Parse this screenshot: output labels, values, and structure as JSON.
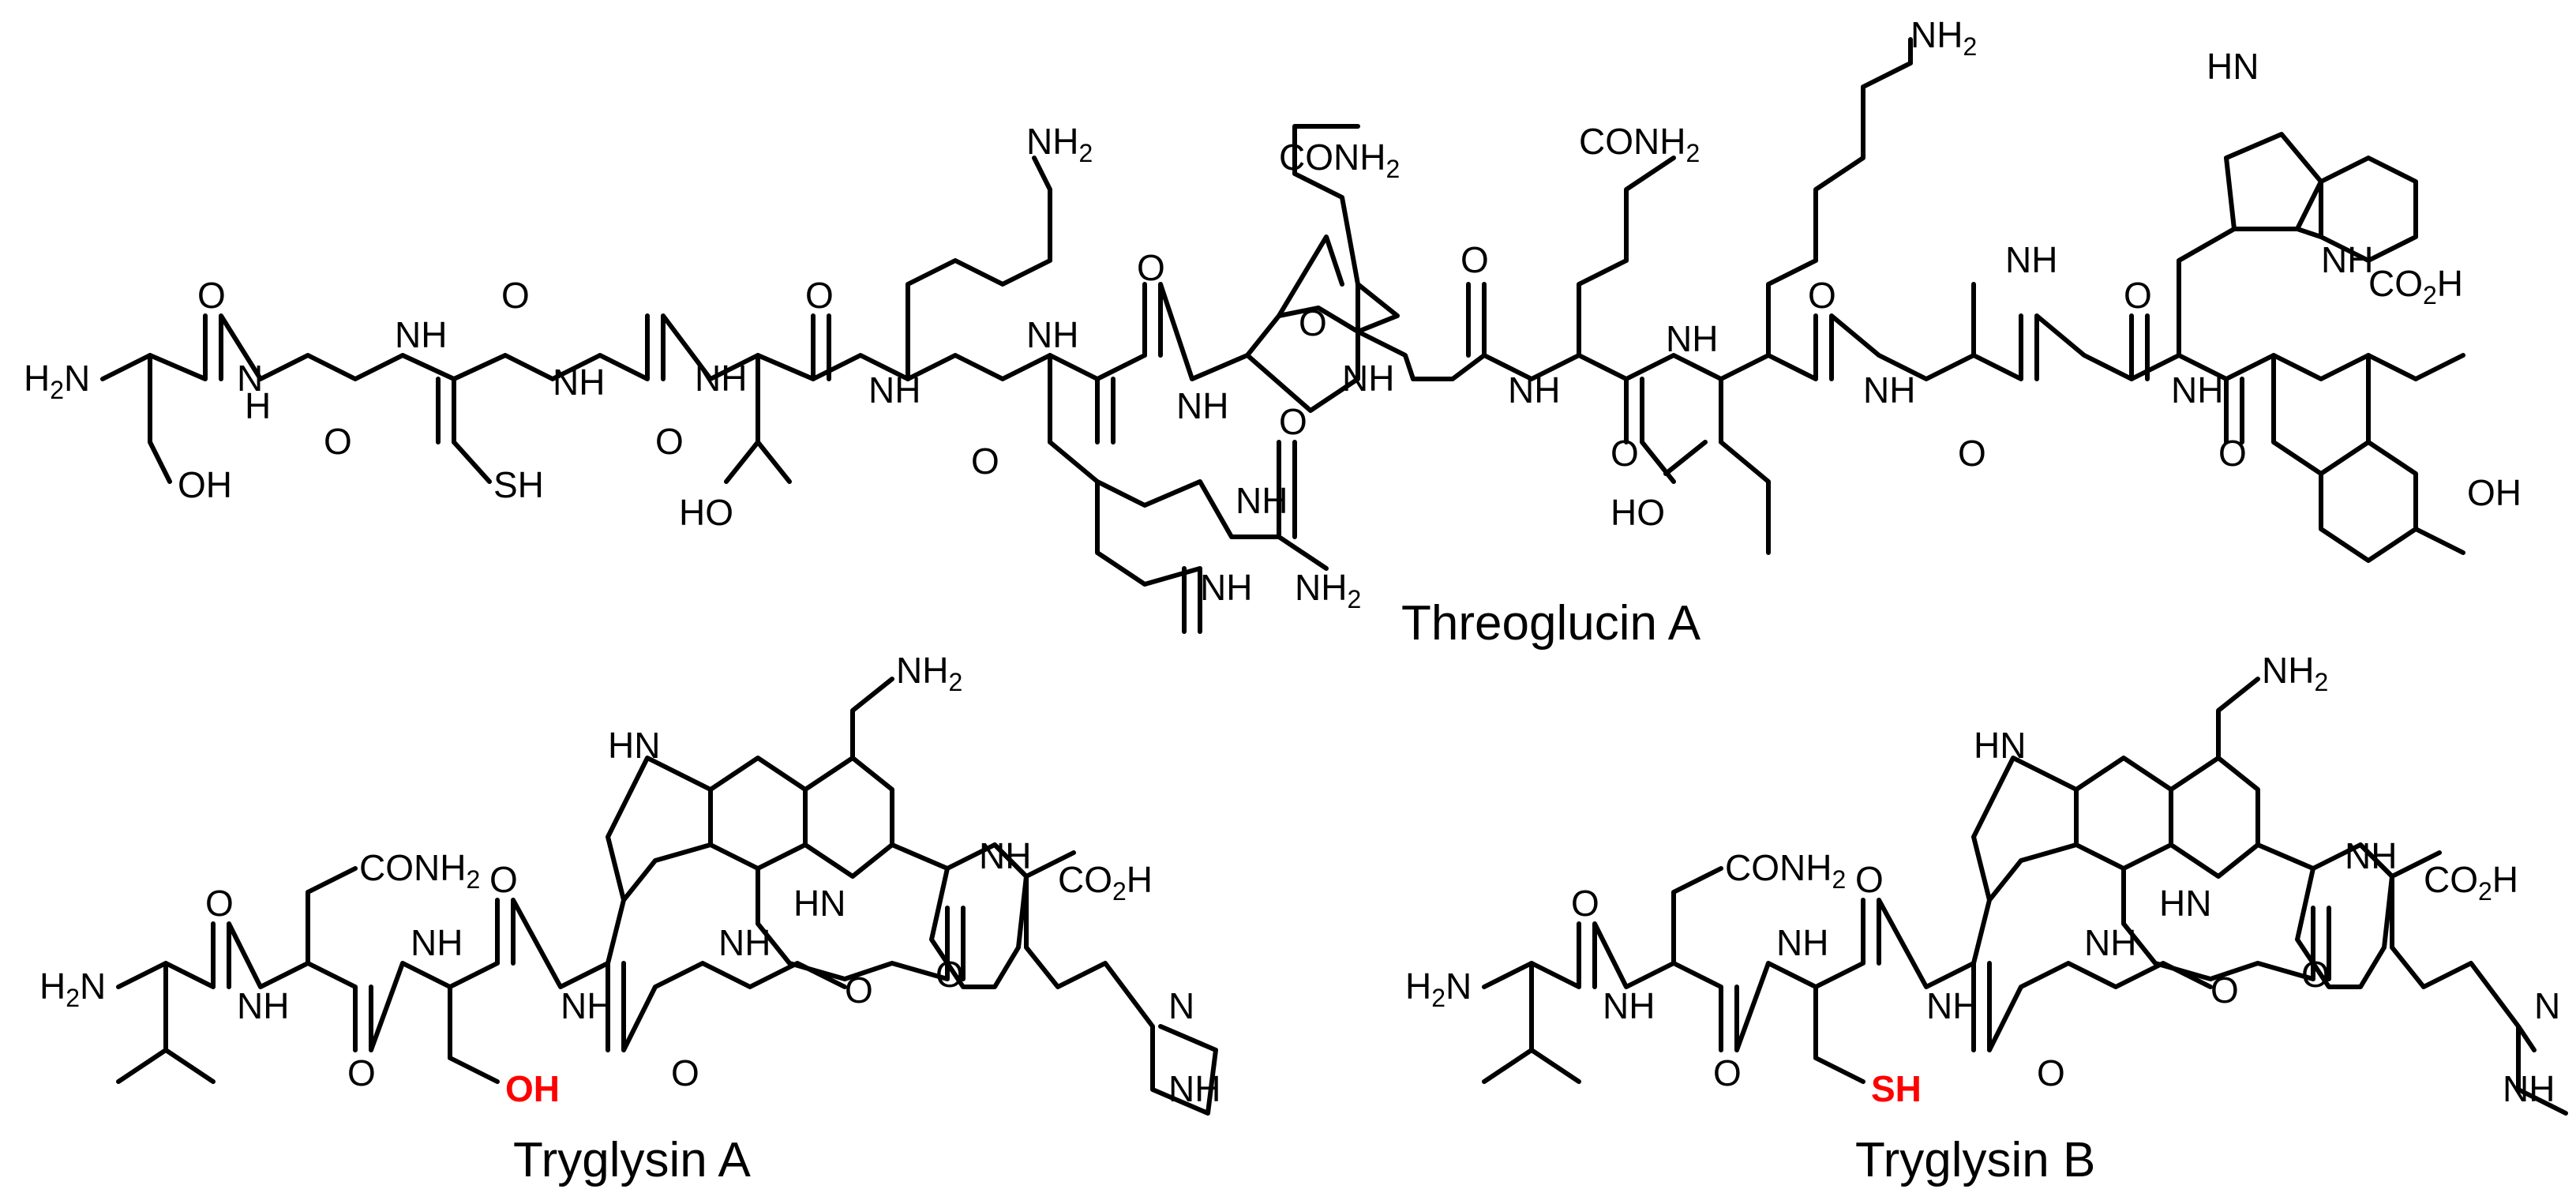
{
  "compounds": {
    "threoglucin": {
      "name": "Threoglucin A"
    },
    "tryglysin_a": {
      "name": "Tryglysin A",
      "highlight_group": "OH"
    },
    "tryglysin_b": {
      "name": "Tryglysin B",
      "highlight_group": "SH"
    }
  },
  "atoms": {
    "h2n": "H",
    "h2n_sub": "2",
    "h2n_n": "N",
    "nh": "NH",
    "hn": "HN",
    "n": "N",
    "h": "H",
    "o": "O",
    "oh": "OH",
    "ho": "HO",
    "sh": "SH",
    "nh2_n": "NH",
    "nh2_sub": "2",
    "conh2": "CONH",
    "conh2_sub": "2",
    "co2h": "CO",
    "co2h_sub": "2",
    "co2h_h": "H"
  },
  "colors": {
    "bond": "#000000",
    "highlight": "#ff0000",
    "background": "#ffffff"
  }
}
